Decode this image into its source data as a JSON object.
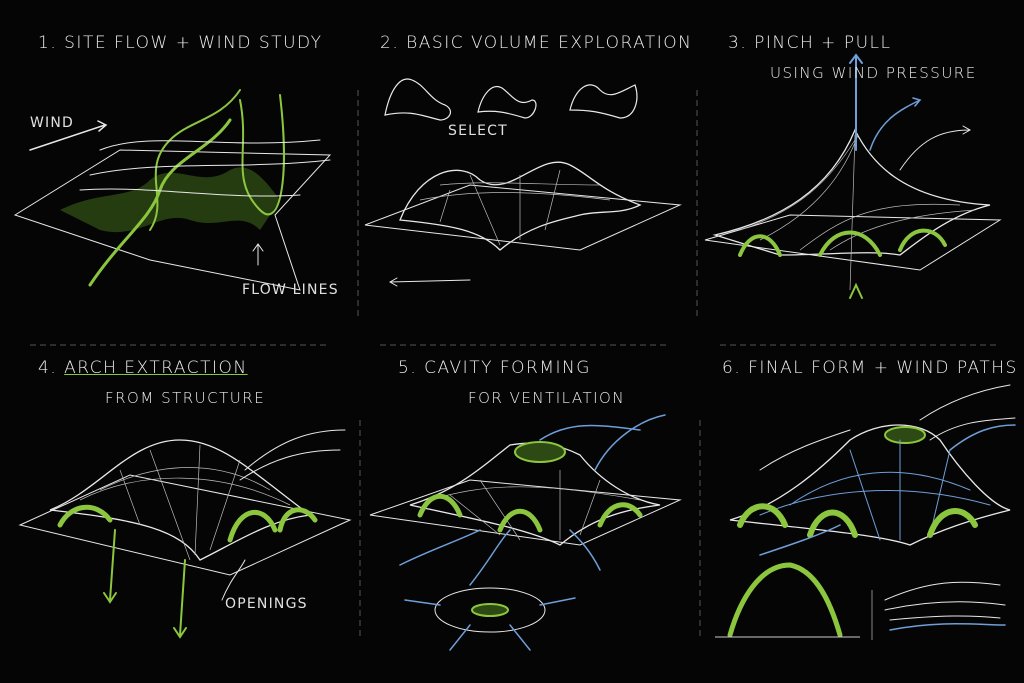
{
  "panels": [
    {
      "number": "1.",
      "title": "SITE FLOW + WIND STUDY",
      "labels": [
        "WIND",
        "FLOW LINES"
      ]
    },
    {
      "number": "2.",
      "title": "BASIC VOLUME EXPLORATION",
      "labels": [
        "SELECT"
      ]
    },
    {
      "number": "3.",
      "title": "PINCH + PULL",
      "subtitle": "USING WIND PRESSURE",
      "labels": []
    },
    {
      "number": "4.",
      "title": "ARCH EXTRACTION",
      "subtitle": "FROM STRUCTURE",
      "labels": [
        "OPENINGS"
      ]
    },
    {
      "number": "5.",
      "title": "CAVITY FORMING",
      "subtitle": "FOR VENTILATION",
      "labels": []
    },
    {
      "number": "6.",
      "title": "FINAL FORM + WIND PATHS",
      "labels": []
    }
  ],
  "colors": {
    "background": "#050505",
    "sketch": "#e8e8e8",
    "green": "#8cc63f",
    "blue": "#6e9fd8"
  }
}
